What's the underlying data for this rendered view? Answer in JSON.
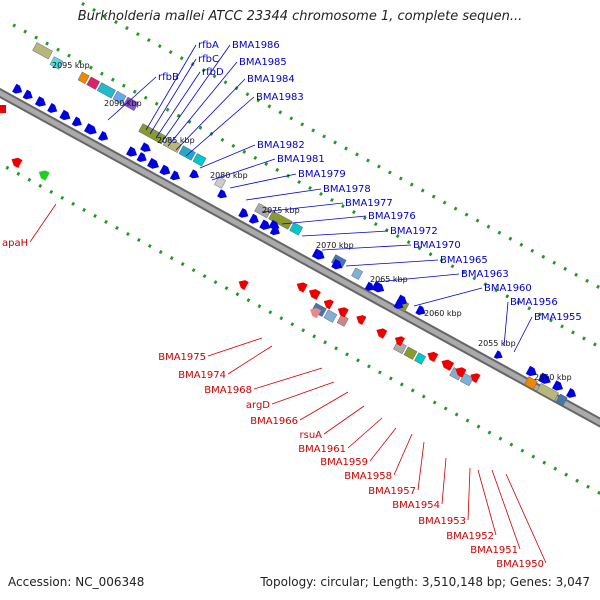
{
  "title": "Burkholderia mallei ATCC 23344 chromosome 1, complete sequen...",
  "footer": {
    "accession": "Accession: NC_006348",
    "stats": "Topology: circular; Length: 3,510,148 bp; Genes: 3,047"
  },
  "colors": {
    "forward_label": "#0000cc",
    "reverse_label": "#cc0000",
    "backbone": "#888888",
    "tick": "#229922",
    "forward_gene": "#0000e0",
    "reverse_gene": "#ee0000"
  },
  "kbp_ticks": [
    "2095 kbp",
    "2090 kbp",
    "2085 kbp",
    "2080 kbp",
    "2075 kbp",
    "2070 kbp",
    "2065 kbp",
    "2060 kbp",
    "2055 kbp",
    "2050 kbp"
  ],
  "forward_labels": [
    "rfbA",
    "rfbC",
    "rfbB",
    "rfbD",
    "BMA1986",
    "BMA1985",
    "BMA1984",
    "BMA1983",
    "BMA1982",
    "BMA1981",
    "BMA1979",
    "BMA1978",
    "BMA1977",
    "BMA1976",
    "BMA1972",
    "BMA1970",
    "BMA1965",
    "BMA1963",
    "BMA1960",
    "BMA1956",
    "BMA1955"
  ],
  "reverse_labels": [
    "apaH",
    "BMA1975",
    "BMA1974",
    "BMA1968",
    "argD",
    "BMA1966",
    "rsuA",
    "BMA1961",
    "BMA1959",
    "BMA1958",
    "BMA1957",
    "BMA1954",
    "BMA1953",
    "BMA1952",
    "BMA1951",
    "BMA1950"
  ]
}
